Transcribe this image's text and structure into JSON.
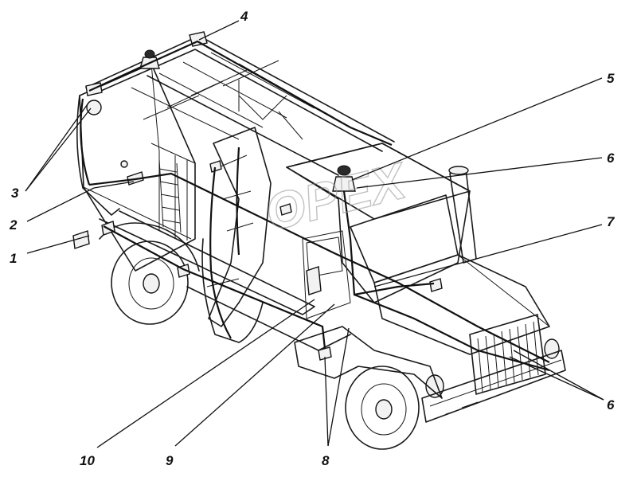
{
  "watermark": "OPEX",
  "callouts": [
    {
      "id": "c1",
      "label": "1"
    },
    {
      "id": "c2",
      "label": "2"
    },
    {
      "id": "c3",
      "label": "3"
    },
    {
      "id": "c4",
      "label": "4"
    },
    {
      "id": "c5",
      "label": "5"
    },
    {
      "id": "c6a",
      "label": "6"
    },
    {
      "id": "c7",
      "label": "7"
    },
    {
      "id": "c6b",
      "label": "6"
    },
    {
      "id": "c8",
      "label": "8"
    },
    {
      "id": "c9",
      "label": "9"
    },
    {
      "id": "c10",
      "label": "10"
    }
  ]
}
